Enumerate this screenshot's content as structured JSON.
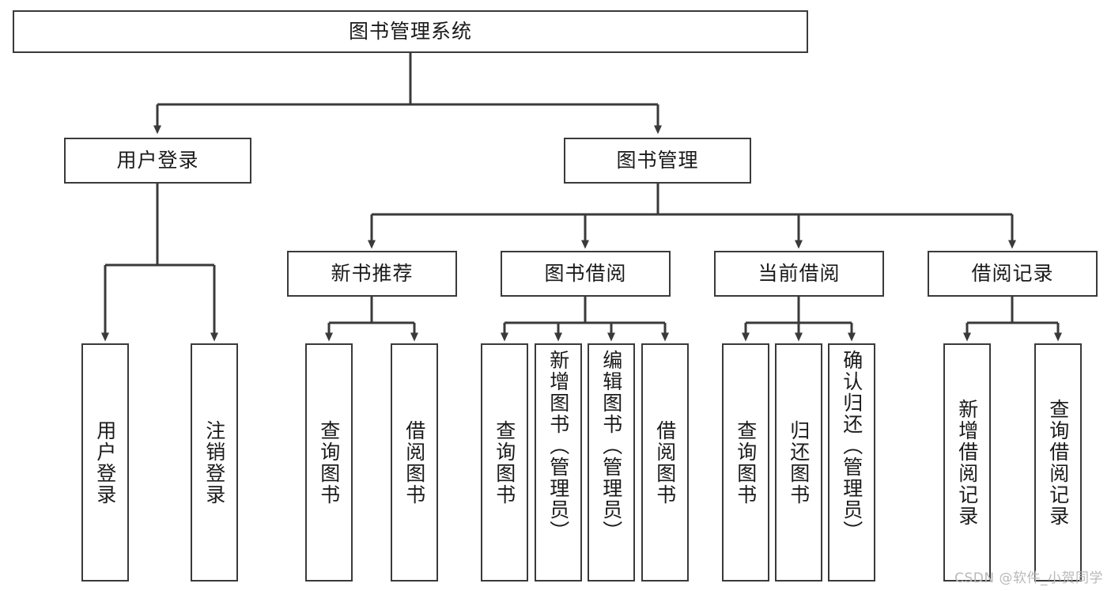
{
  "diagram": {
    "title": "图书管理系统",
    "watermark": "CSDN @软件_小贺同学",
    "root": {
      "label": "图书管理系统"
    },
    "level1": [
      {
        "label": "用户登录"
      },
      {
        "label": "图书管理"
      }
    ],
    "level2": [
      {
        "label": "新书推荐"
      },
      {
        "label": "图书借阅"
      },
      {
        "label": "当前借阅"
      },
      {
        "label": "借阅记录"
      }
    ],
    "leaves": {
      "user_login": [
        {
          "label": "用户登录"
        },
        {
          "label": "注销登录"
        }
      ],
      "new_book_recommend": [
        {
          "label": "查询图书"
        },
        {
          "label": "借阅图书"
        }
      ],
      "book_borrow": [
        {
          "label": "查询图书"
        },
        {
          "label": "新增图书（管理员）"
        },
        {
          "label": "编辑图书（管理员）"
        },
        {
          "label": "借阅图书"
        }
      ],
      "current_borrow": [
        {
          "label": "查询图书"
        },
        {
          "label": "归还图书"
        },
        {
          "label": "确认归还（管理员）"
        }
      ],
      "borrow_record": [
        {
          "label": "新增借阅记录"
        },
        {
          "label": "查询借阅记录"
        }
      ]
    },
    "colors": {
      "stroke": "#3a3a3a",
      "fill": "#ffffff",
      "text": "#1a1a1a",
      "watermark": "#b9b9b9"
    }
  }
}
